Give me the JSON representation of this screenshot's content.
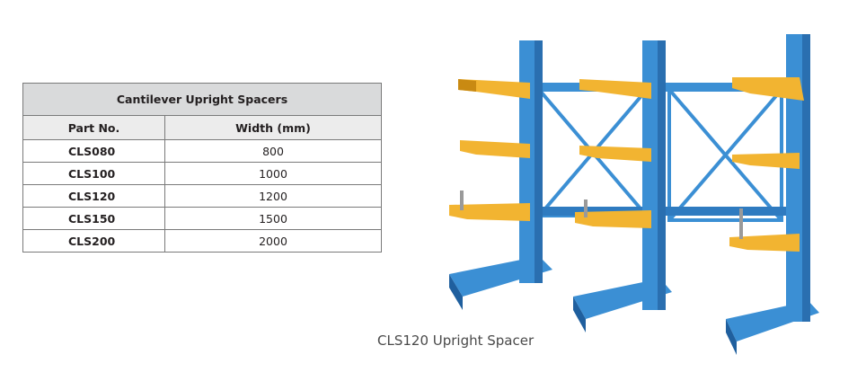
{
  "table": {
    "title": "Cantilever Upright Spacers",
    "headers": [
      "Part No.",
      "Width (mm)"
    ],
    "rows": [
      {
        "part": "CLS080",
        "width": "800"
      },
      {
        "part": "CLS100",
        "width": "1000"
      },
      {
        "part": "CLS120",
        "width": "1200"
      },
      {
        "part": "CLS150",
        "width": "1500"
      },
      {
        "part": "CLS200",
        "width": "2000"
      }
    ]
  },
  "figure": {
    "caption": "CLS120 Upright Spacer"
  },
  "colors": {
    "upright_blue": "#3b8fd4",
    "upright_dark": "#1f5f9e",
    "arm_yellow": "#f2b431",
    "arm_dark": "#c98a12"
  }
}
